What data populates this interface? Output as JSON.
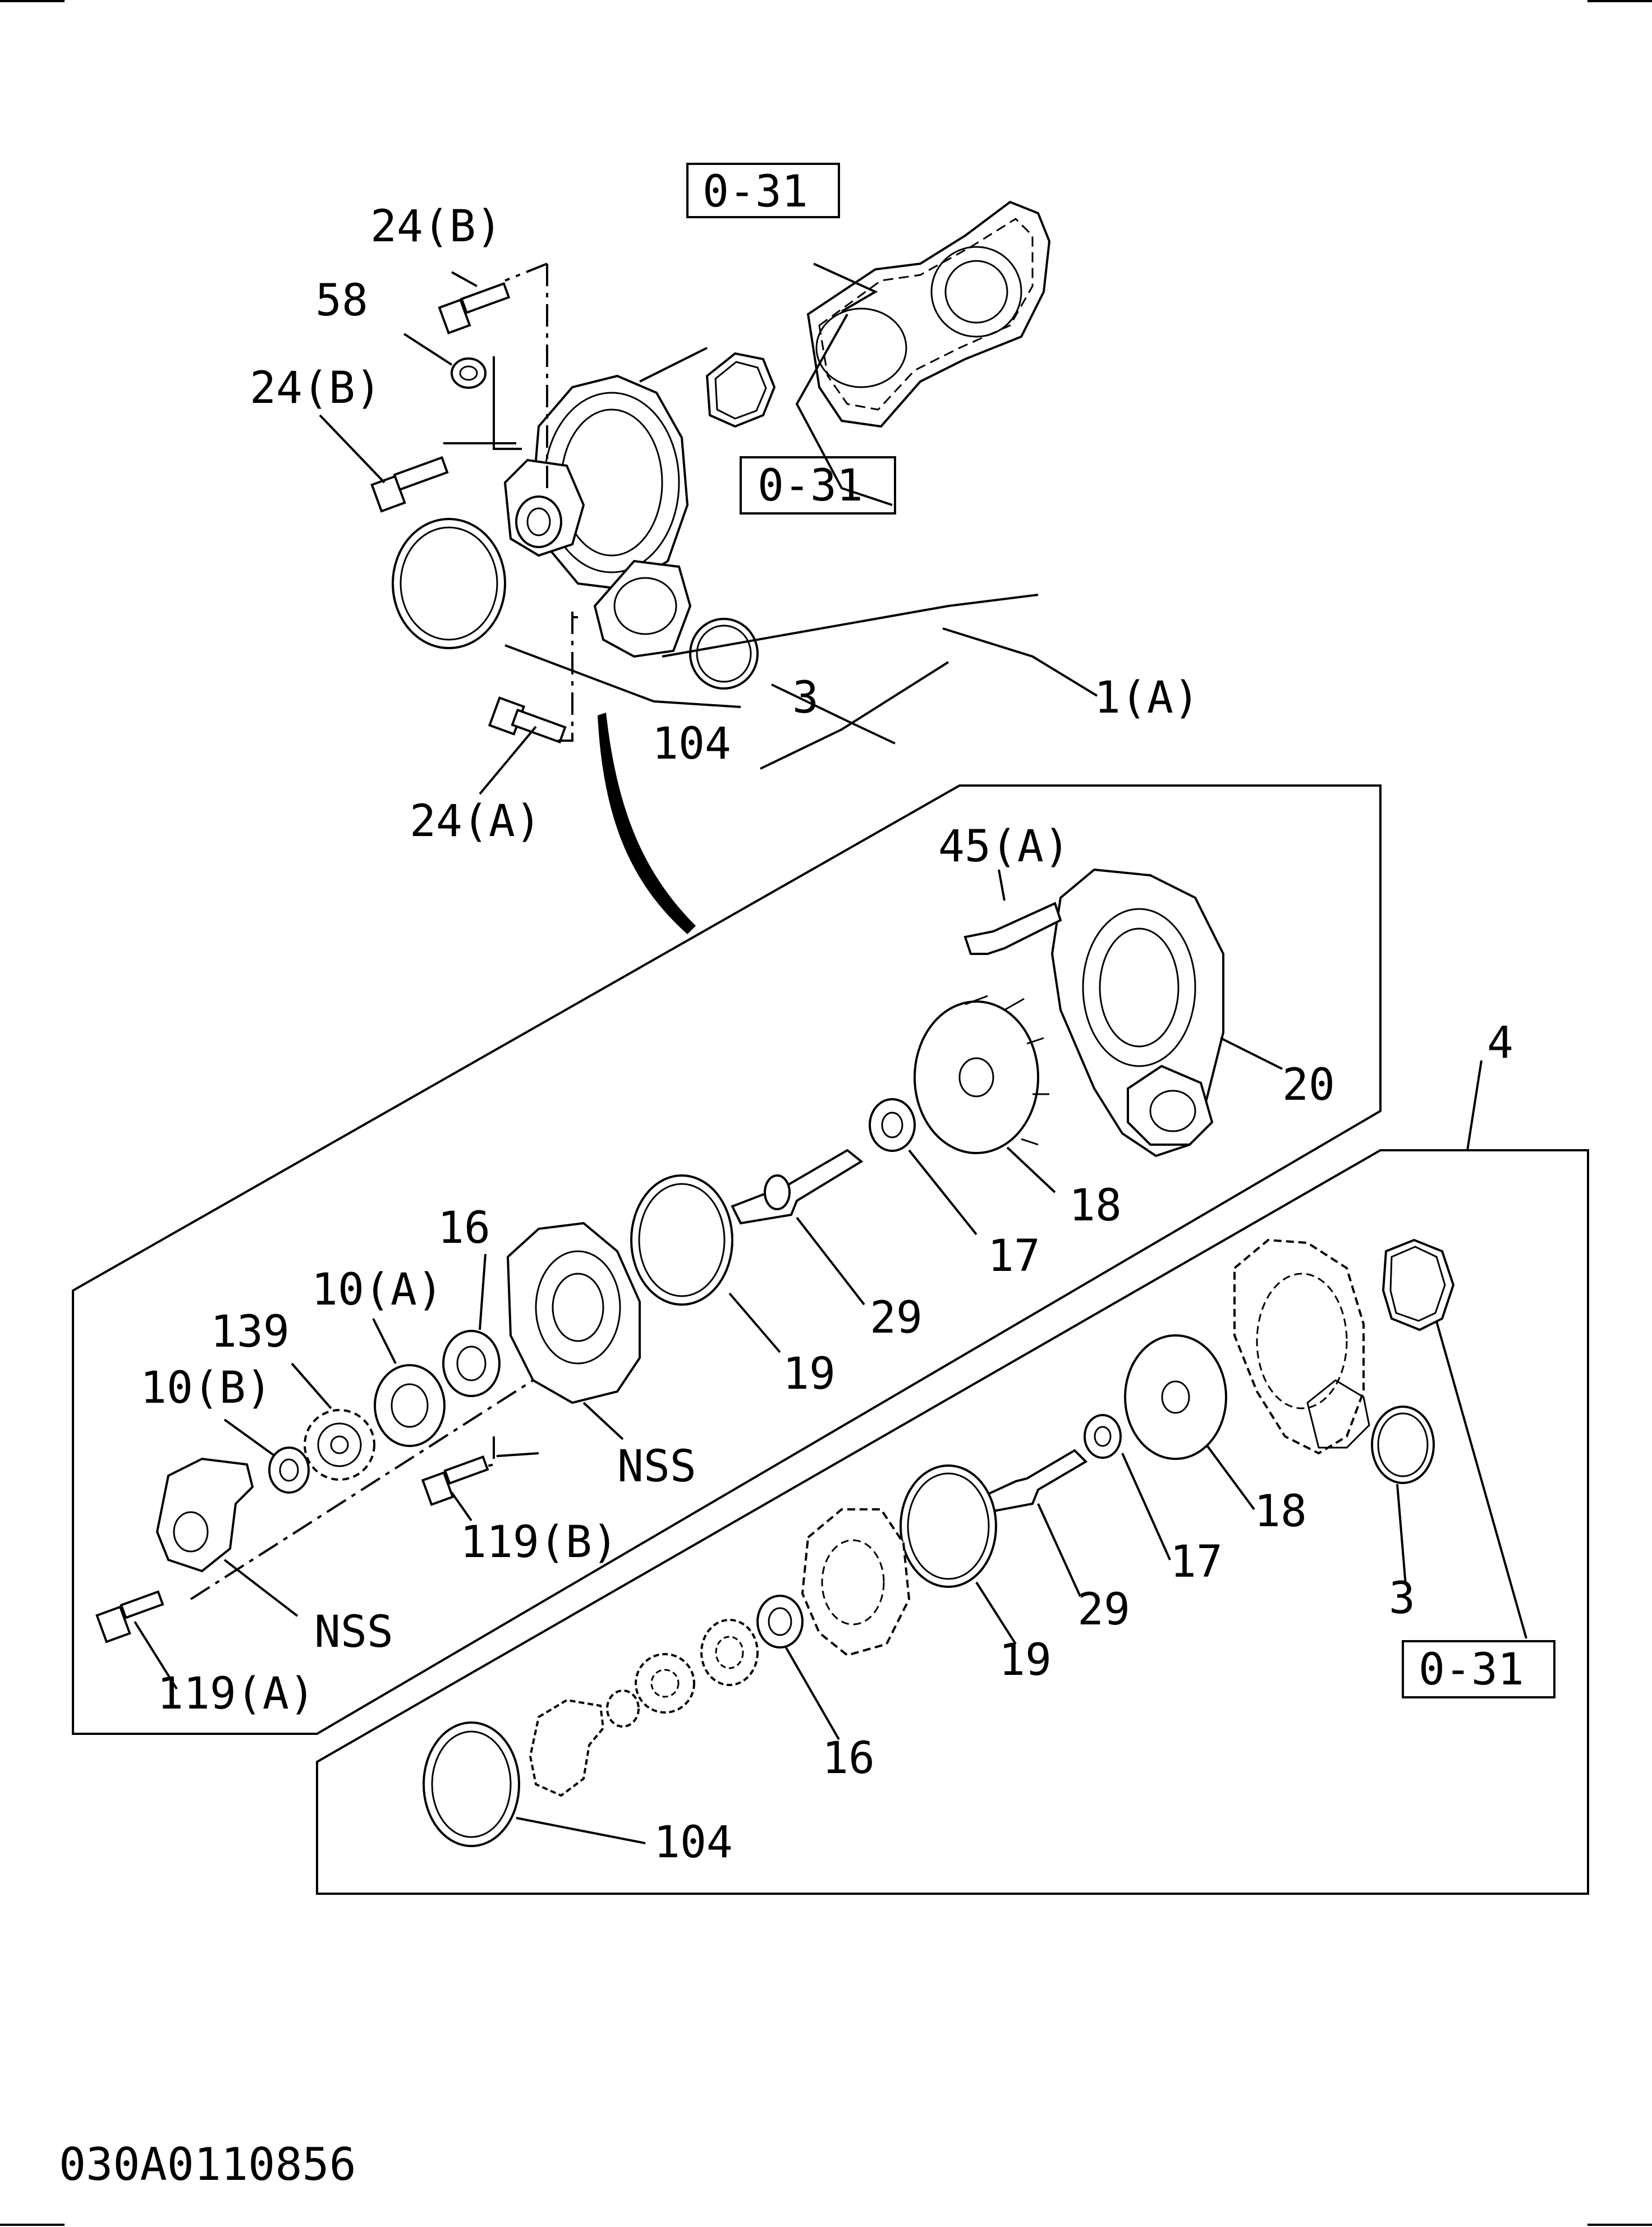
{
  "callouts": {
    "ref_0_31_top": "0-31",
    "ref_0_31_mid": "0-31",
    "ref_0_31_right": "0-31",
    "b24b_top": "24(B)",
    "p58": "58",
    "b24b_left": "24(B)",
    "p1a": "1(A)",
    "p3_top": "3",
    "p104_top": "104",
    "b24a": "24(A)",
    "p45a": "45(A)",
    "p20": "20",
    "p4": "4",
    "p18_a": "18",
    "p17_a": "17",
    "p29_a": "29",
    "p19_a": "19",
    "p16_a": "16",
    "p10a": "10(A)",
    "p139": "139",
    "p10b": "10(B)",
    "nss_a": "NSS",
    "nss_b": "NSS",
    "b119b": "119(B)",
    "b119a": "119(A)",
    "p18_b": "18",
    "p17_b": "17",
    "p29_b": "29",
    "p19_b": "19",
    "p16_b": "16",
    "p3_right": "3",
    "p104_bottom": "104"
  },
  "document_id": "030A0110856"
}
